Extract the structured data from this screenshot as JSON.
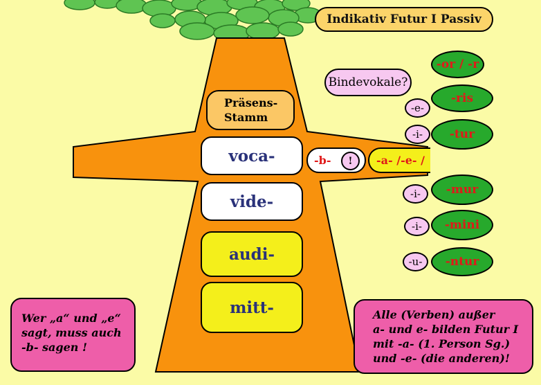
{
  "title": "Indikativ Futur I Passiv",
  "question": "Bindevokale?",
  "stamm_label": [
    "Präsens-",
    "Stamm"
  ],
  "stems": [
    "voca-",
    "vide-",
    "audi-",
    "mitt-"
  ],
  "tense_marker": "-b-",
  "exclamation": "!",
  "theme_vowels": "-a- /-e- /",
  "connectors": [
    "-e-",
    "-i-",
    "-i-",
    "-i-",
    "-u-"
  ],
  "endings": [
    "-or / -r",
    "-ris",
    "-tur",
    "-mur",
    "-mini",
    "-ntur"
  ],
  "note_left": [
    "Wer „a“ und „e“",
    "sagt, muss auch",
    "-b- sagen !"
  ],
  "note_right": [
    "Alle (Verben) außer",
    "a- und e- bilden Futur I",
    "mit -a- (1. Person Sg.)",
    "und -e- (die anderen)!"
  ],
  "colors": {
    "background": "#fbfba6",
    "trunk": "#f8920d",
    "foliage": "#5fc452",
    "ending_bubble": "#27a92c",
    "ending_text": "#e01919",
    "stem_text": "#2a327a",
    "note_bg": "#ee5ea9"
  }
}
